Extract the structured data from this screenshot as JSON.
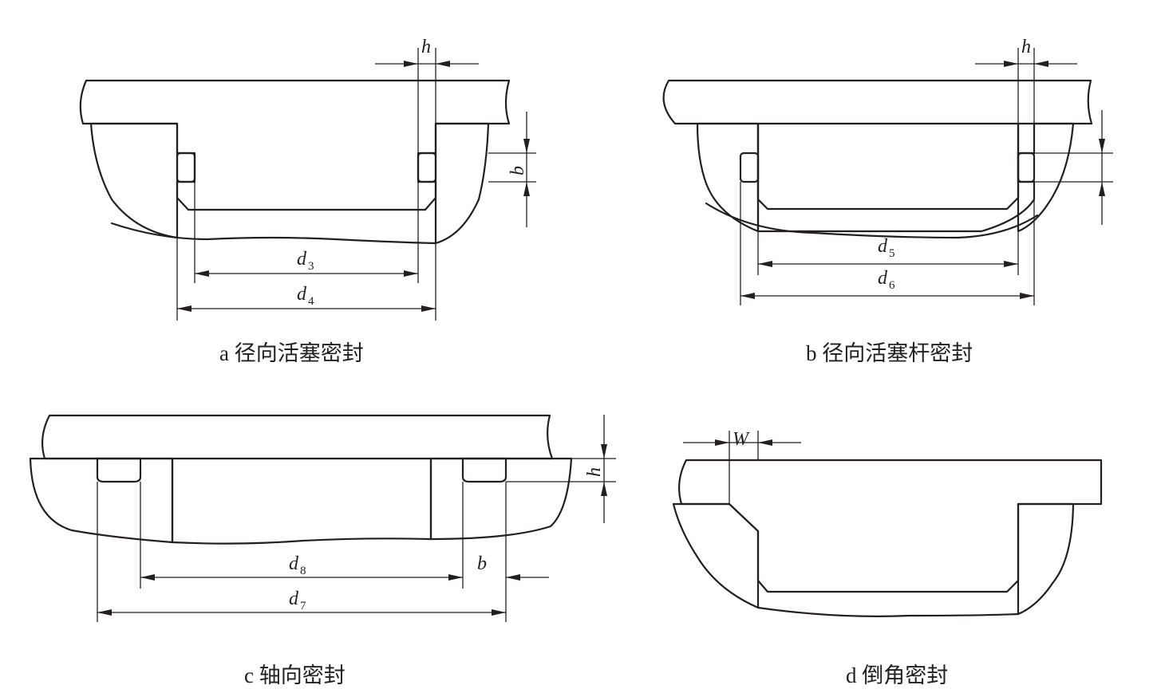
{
  "figures": {
    "a": {
      "caption": "a 径向活塞密封",
      "labels": {
        "h": "h",
        "b": "b",
        "d3_main": "d",
        "d3_sub": "3",
        "d4_main": "d",
        "d4_sub": "4"
      }
    },
    "b": {
      "caption": "b 径向活塞杆密封",
      "labels": {
        "h": "h",
        "d5_main": "d",
        "d5_sub": "5",
        "d6_main": "d",
        "d6_sub": "6"
      }
    },
    "c": {
      "caption": "c 轴向密封",
      "labels": {
        "h": "h",
        "b": "b",
        "d8_main": "d",
        "d8_sub": "8",
        "d7_main": "d",
        "d7_sub": "7"
      }
    },
    "d": {
      "caption": "d 倒角密封",
      "labels": {
        "W": "W"
      }
    }
  }
}
